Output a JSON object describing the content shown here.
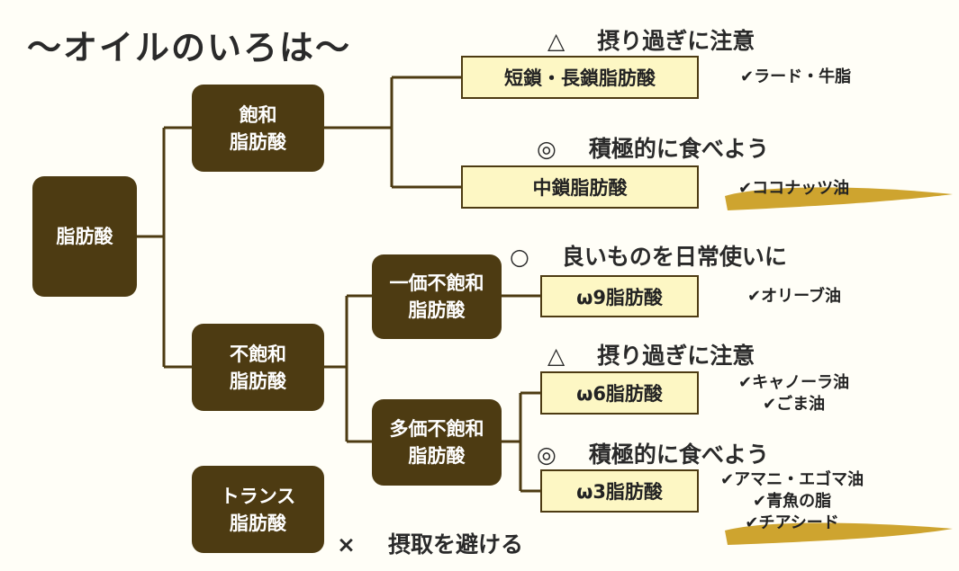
{
  "title": "～オイルのいろは～",
  "colors": {
    "node": "#4d3b12",
    "leaf_fill": "#fdf7c4",
    "brush": "#c99a18",
    "line": "#4d3b12"
  },
  "nodes": {
    "root": "脂肪酸",
    "saturated": "飽和\n脂肪酸",
    "unsaturated": "不飽和\n脂肪酸",
    "trans": "トランス\n脂肪酸",
    "mono": "一価不飽和\n脂肪酸",
    "poly": "多価不飽和\n脂肪酸"
  },
  "leaves": {
    "short_long": "短鎖・長鎖脂肪酸",
    "medium": "中鎖脂肪酸",
    "omega9": "ω9脂肪酸",
    "omega6": "ω6脂肪酸",
    "omega3": "ω3脂肪酸"
  },
  "notes": {
    "short_long": {
      "symbol": "△",
      "text": "摂り過ぎに注意"
    },
    "medium": {
      "symbol": "◎",
      "text": "積極的に食べよう"
    },
    "omega9": {
      "symbol": "○",
      "text": "良いものを日常使いに"
    },
    "omega6": {
      "symbol": "△",
      "text": "摂り過ぎに注意"
    },
    "omega3": {
      "symbol": "◎",
      "text": "積極的に食べよう"
    },
    "trans": {
      "symbol": "×",
      "text": "摂取を避ける"
    }
  },
  "examples": {
    "short_long": [
      "✔ラード・牛脂"
    ],
    "medium": [
      "✔ココナッツ油"
    ],
    "omega9": [
      "✔オリーブ油"
    ],
    "omega6": [
      "✔キャノーラ油",
      "✔ごま油"
    ],
    "omega3": [
      "✔アマニ・エゴマ油",
      "✔青魚の脂",
      "✔チアシード"
    ]
  }
}
